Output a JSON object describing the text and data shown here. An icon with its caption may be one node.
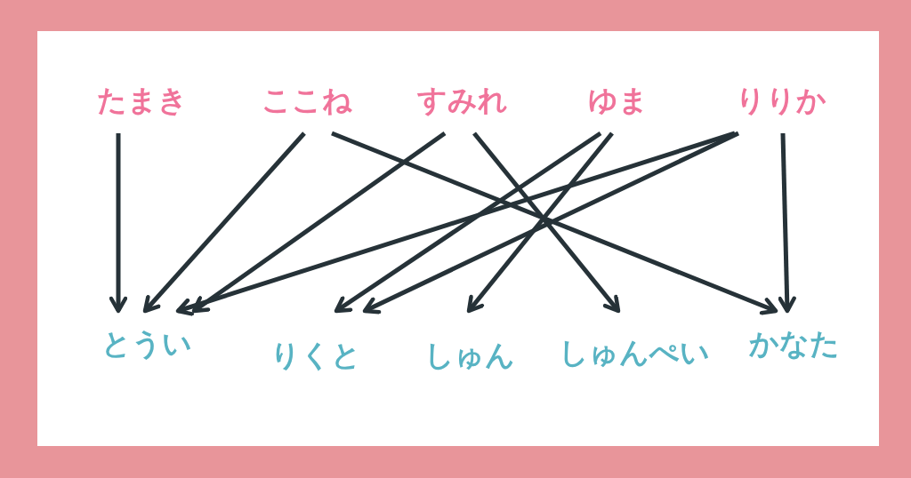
{
  "diagram": {
    "nodes": [
      {
        "text": [
          "たまき"
        ]
      },
      {
        "text": [
          "ここね"
        ]
      },
      {
        "text": [
          "すみれ"
        ]
      },
      {
        "text": [
          "ゆま"
        ]
      },
      {
        "text": [
          "りりか"
        ]
      },
      {
        "text": [
          "とうい"
        ]
      },
      {
        "text": [
          "りくと"
        ]
      },
      {
        "text": [
          "しゅん"
        ]
      },
      {
        "text": [
          "しゅんぺい"
        ]
      },
      {
        "text": [
          "かなた"
        ]
      }
    ],
    "edges": [
      {
        "from": 0,
        "to": 5,
        "arrow": "to"
      },
      {
        "from": 1,
        "to": 5,
        "arrow": "to"
      },
      {
        "from": 1,
        "to": 9,
        "arrow": "to"
      },
      {
        "from": 2,
        "to": 5,
        "arrow": "to"
      },
      {
        "from": 2,
        "to": 8,
        "arrow": "to"
      },
      {
        "from": 3,
        "to": 6,
        "arrow": "to"
      },
      {
        "from": 3,
        "to": 7,
        "arrow": "to"
      },
      {
        "from": 4,
        "to": 5,
        "arrow": "to"
      },
      {
        "from": 4,
        "to": 6,
        "arrow": "to"
      },
      {
        "from": 4,
        "to": 9,
        "arrow": "to"
      }
    ]
  }
}
